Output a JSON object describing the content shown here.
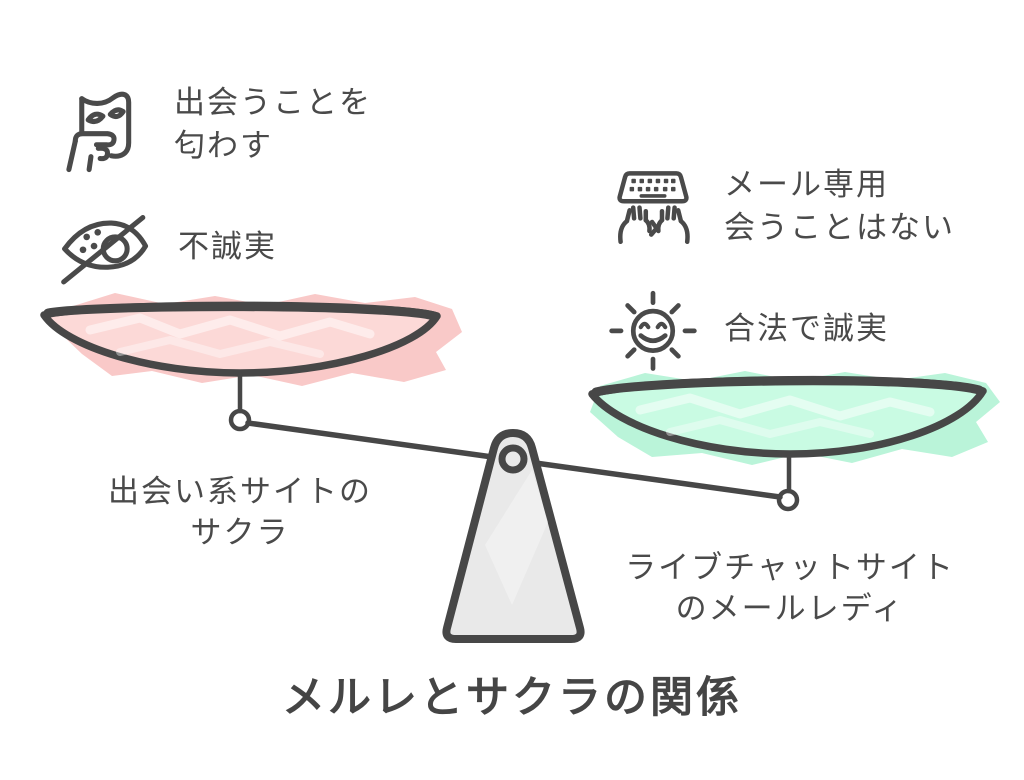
{
  "title": "メルレとサクラの関係",
  "features": {
    "left": [
      {
        "icon": "mask-in-hand-icon",
        "text": "出会うことを\n匂わす"
      },
      {
        "icon": "hidden-eye-icon",
        "text": "不誠実"
      }
    ],
    "right": [
      {
        "icon": "keyboard-typing-icon",
        "text": "メール専用\n会うことはない"
      },
      {
        "icon": "smiling-sun-icon",
        "text": "合法で誠実"
      }
    ]
  },
  "scale": {
    "left": {
      "label": "出会い系サイトの\nサクラ"
    },
    "right": {
      "label": "ライブチャットサイト\nのメールレディ"
    }
  },
  "colors": {
    "background": "#ffffff",
    "outline": "#474747",
    "text": "#4a4a4a",
    "title_text": "#454545",
    "pan_pink": "#fcd9d7",
    "scribble_pink": "#f9c9c8",
    "pan_green": "#c9fbe3",
    "scribble_green": "#baf4d9",
    "fulcrum_gray": "#e9e9e9"
  }
}
